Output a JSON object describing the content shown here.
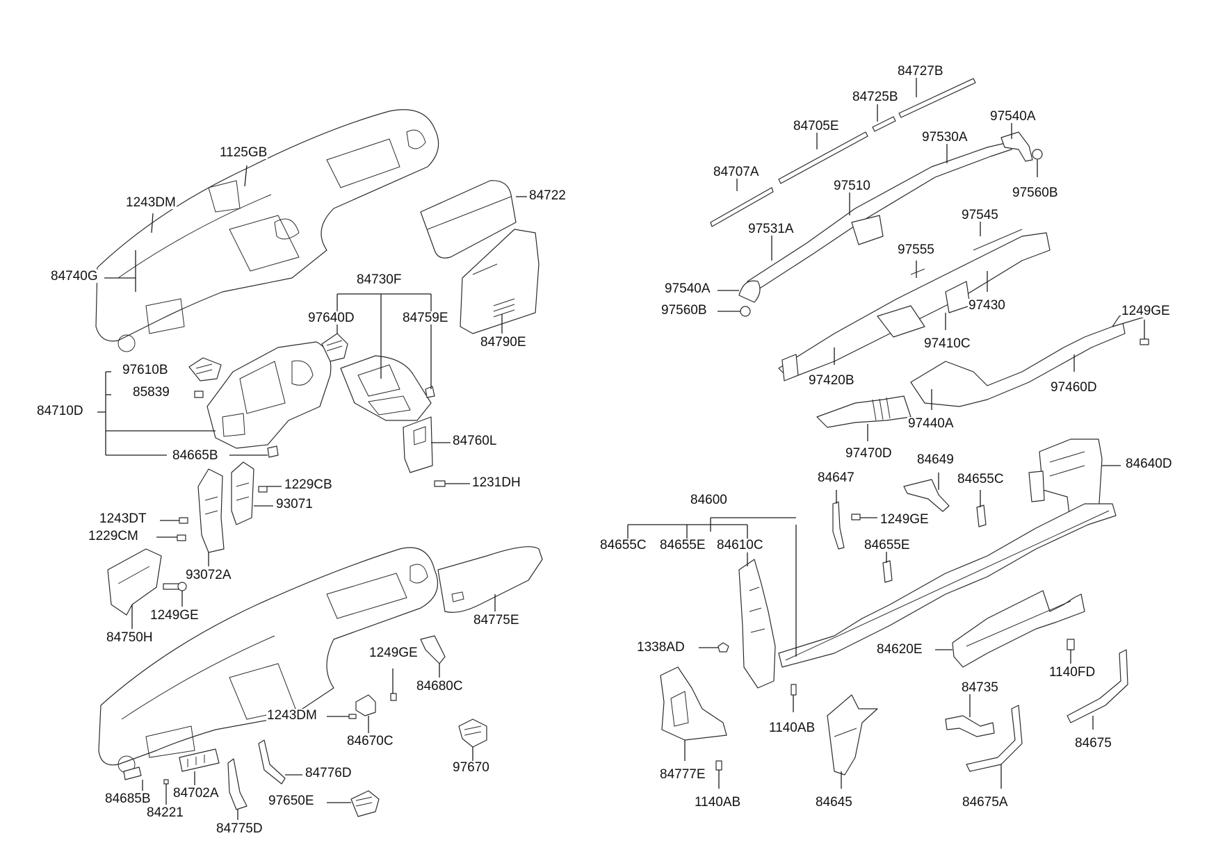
{
  "diagram": {
    "callouts": [
      {
        "id": "c1125GB",
        "text": "1125GB"
      },
      {
        "id": "c1243DM_a",
        "text": "1243DM"
      },
      {
        "id": "c84722",
        "text": "84722"
      },
      {
        "id": "c84740G",
        "text": "84740G"
      },
      {
        "id": "c84730F",
        "text": "84730F"
      },
      {
        "id": "c97640D",
        "text": "97640D"
      },
      {
        "id": "c84759E",
        "text": "84759E"
      },
      {
        "id": "c84790E",
        "text": "84790E"
      },
      {
        "id": "c97610B",
        "text": "97610B"
      },
      {
        "id": "c85839",
        "text": "85839"
      },
      {
        "id": "c84710D",
        "text": "84710D"
      },
      {
        "id": "c84665B",
        "text": "84665B"
      },
      {
        "id": "c84760L",
        "text": "84760L"
      },
      {
        "id": "c1231DH",
        "text": "1231DH"
      },
      {
        "id": "c1229CB",
        "text": "1229CB"
      },
      {
        "id": "c93071",
        "text": "93071"
      },
      {
        "id": "c1243DT",
        "text": "1243DT"
      },
      {
        "id": "c1229CM",
        "text": "1229CM"
      },
      {
        "id": "c93072A",
        "text": "93072A"
      },
      {
        "id": "c1249GE_a",
        "text": "1249GE"
      },
      {
        "id": "c84750H",
        "text": "84750H"
      },
      {
        "id": "c84775E",
        "text": "84775E"
      },
      {
        "id": "c1249GE_b",
        "text": "1249GE"
      },
      {
        "id": "c84680C",
        "text": "84680C"
      },
      {
        "id": "c1243DM_b",
        "text": "1243DM"
      },
      {
        "id": "c84670C",
        "text": "84670C"
      },
      {
        "id": "c97670",
        "text": "97670"
      },
      {
        "id": "c84776D",
        "text": "84776D"
      },
      {
        "id": "c97650E",
        "text": "97650E"
      },
      {
        "id": "c84685B",
        "text": "84685B"
      },
      {
        "id": "c84702A",
        "text": "84702A"
      },
      {
        "id": "c84221",
        "text": "84221"
      },
      {
        "id": "c84775D",
        "text": "84775D"
      },
      {
        "id": "c84727B",
        "text": "84727B"
      },
      {
        "id": "c84725B",
        "text": "84725B"
      },
      {
        "id": "c97540A_a",
        "text": "97540A"
      },
      {
        "id": "c84705E",
        "text": "84705E"
      },
      {
        "id": "c97530A",
        "text": "97530A"
      },
      {
        "id": "c84707A",
        "text": "84707A"
      },
      {
        "id": "c97510",
        "text": "97510"
      },
      {
        "id": "c97560B_a",
        "text": "97560B"
      },
      {
        "id": "c97531A",
        "text": "97531A"
      },
      {
        "id": "c97545",
        "text": "97545"
      },
      {
        "id": "c97555",
        "text": "97555"
      },
      {
        "id": "c97540A_b",
        "text": "97540A"
      },
      {
        "id": "c97430",
        "text": "97430"
      },
      {
        "id": "c97560B_b",
        "text": "97560B"
      },
      {
        "id": "c1249GE_c",
        "text": "1249GE"
      },
      {
        "id": "c97410C",
        "text": "97410C"
      },
      {
        "id": "c97420B",
        "text": "97420B"
      },
      {
        "id": "c97460D",
        "text": "97460D"
      },
      {
        "id": "c97440A",
        "text": "97440A"
      },
      {
        "id": "c97470D",
        "text": "97470D"
      },
      {
        "id": "c84649",
        "text": "84649"
      },
      {
        "id": "c84647",
        "text": "84647"
      },
      {
        "id": "c84655C_a",
        "text": "84655C"
      },
      {
        "id": "c84640D",
        "text": "84640D"
      },
      {
        "id": "c84600",
        "text": "84600"
      },
      {
        "id": "c1249GE_d",
        "text": "1249GE"
      },
      {
        "id": "c84655C_b",
        "text": "84655C"
      },
      {
        "id": "c84655E_a",
        "text": "84655E"
      },
      {
        "id": "c84610C",
        "text": "84610C"
      },
      {
        "id": "c84655E_b",
        "text": "84655E"
      },
      {
        "id": "c1338AD",
        "text": "1338AD"
      },
      {
        "id": "c84620E",
        "text": "84620E"
      },
      {
        "id": "c1140FD",
        "text": "1140FD"
      },
      {
        "id": "c84735",
        "text": "84735"
      },
      {
        "id": "c1140AB_a",
        "text": "1140AB"
      },
      {
        "id": "c84675",
        "text": "84675"
      },
      {
        "id": "c84777E",
        "text": "84777E"
      },
      {
        "id": "c1140AB_b",
        "text": "1140AB"
      },
      {
        "id": "c84645",
        "text": "84645"
      },
      {
        "id": "c84675A",
        "text": "84675A"
      }
    ]
  }
}
